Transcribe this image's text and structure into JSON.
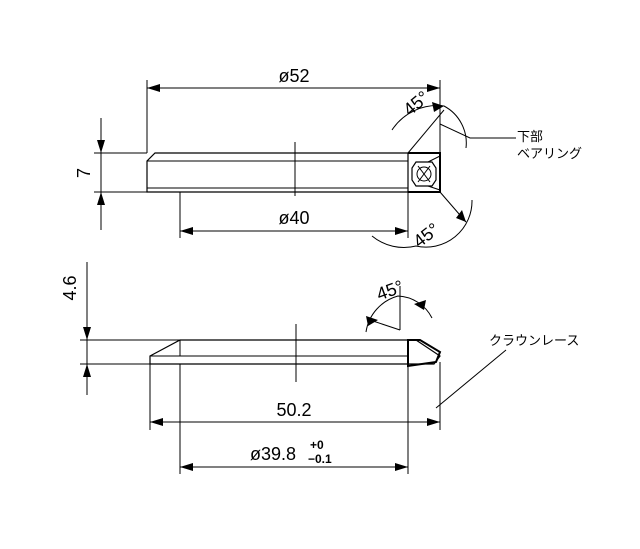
{
  "upper_part": {
    "outer_diameter": "ø52",
    "inner_diameter": "ø40",
    "height": "7",
    "angle_top": "45°",
    "angle_bottom": "45°",
    "label_line1": "下部",
    "label_line2": "ベアリング"
  },
  "crown_race": {
    "height": "4.6",
    "angle": "45°",
    "outer_diameter": "50.2",
    "inner_diameter_base": "ø39.8",
    "tol_upper": "+0",
    "tol_lower": "−0.1",
    "label": "クラウンレース"
  }
}
